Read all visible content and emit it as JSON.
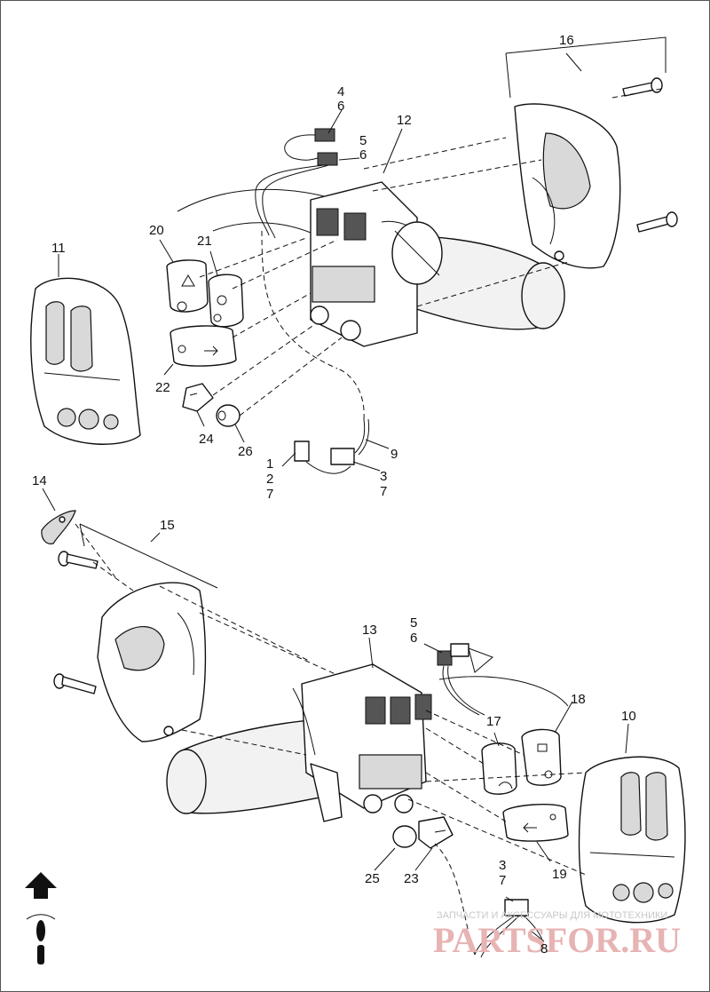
{
  "diagram": {
    "upper_labels": [
      "4",
      "6",
      "5",
      "6",
      "12",
      "16",
      "20",
      "21",
      "11",
      "22",
      "24",
      "26",
      "9",
      "1",
      "2",
      "7",
      "3",
      "7"
    ],
    "lower_labels": [
      "14",
      "15",
      "5",
      "6",
      "13",
      "18",
      "17",
      "10",
      "25",
      "23",
      "19",
      "3",
      "7",
      "8"
    ]
  },
  "watermark": {
    "caption": "ЗАПЧАСТИ И АКСЕССУАРЫ ДЛЯ МОТОТЕХНИКИ",
    "brand": "PARTSFOR.RU"
  },
  "orientation_icon": "motorcycle-forward-arrow-icon"
}
